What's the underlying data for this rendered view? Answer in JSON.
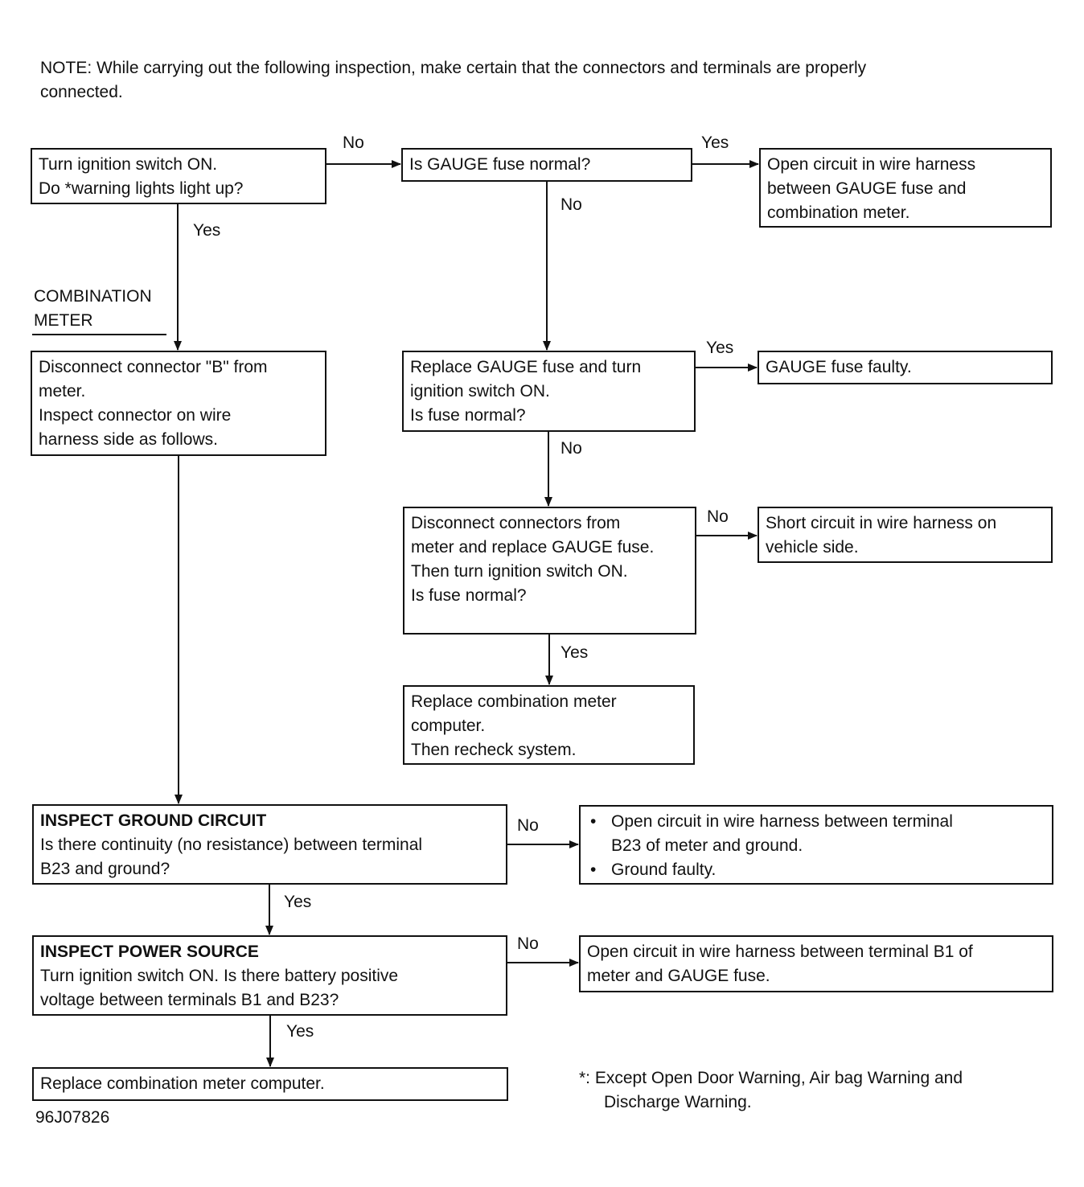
{
  "note": {
    "line1": "NOTE:  While carrying out the following inspection, make certain that the connectors and terminals are properly",
    "line2": "connected."
  },
  "side_label": {
    "line1": "COMBINATION",
    "line2": "METER"
  },
  "boxes": {
    "start": [
      "Turn ignition switch ON.",
      "Do *warning lights light up?"
    ],
    "gauge_fuse_normal": [
      "Is GAUGE fuse normal?"
    ],
    "open_circuit_gauge": [
      "Open circuit in wire harness",
      "between GAUGE fuse and",
      "combination meter."
    ],
    "disconnect_b": [
      "Disconnect connector \"B\" from",
      "meter.",
      "Inspect connector on wire",
      "harness side as follows."
    ],
    "replace_fuse": [
      "Replace GAUGE fuse and turn",
      "ignition switch ON.",
      "Is fuse normal?"
    ],
    "fuse_faulty": [
      "GAUGE fuse faulty."
    ],
    "disconnect_meter": [
      "Disconnect connectors from",
      "meter and replace GAUGE fuse.",
      "Then turn ignition switch ON.",
      "Is fuse normal?"
    ],
    "short_circuit": [
      "Short circuit in wire harness on",
      "vehicle side."
    ],
    "replace_computer_recheck": [
      "Replace combination meter",
      "computer.",
      "Then recheck system."
    ],
    "ground_circuit": {
      "title": "INSPECT GROUND CIRCUIT",
      "lines": [
        "Is there continuity (no resistance) between terminal",
        "B23 and ground?"
      ]
    },
    "ground_result": [
      "Open circuit in wire harness between terminal",
      "B23 of meter and ground.",
      "Ground faulty."
    ],
    "power_source": {
      "title": "INSPECT POWER SOURCE",
      "lines": [
        "Turn ignition switch ON. Is there battery positive",
        "voltage between terminals B1 and B23?"
      ]
    },
    "power_result": [
      "Open circuit in wire harness between terminal B1 of",
      "meter and GAUGE fuse."
    ],
    "replace_computer": [
      "Replace combination meter computer."
    ]
  },
  "edge_labels": {
    "start_no": "No",
    "start_yes": "Yes",
    "gauge_yes": "Yes",
    "gauge_no": "No",
    "replace_yes": "Yes",
    "replace_no": "No",
    "disconnect_no": "No",
    "disconnect_yes": "Yes",
    "ground_no": "No",
    "ground_yes": "Yes",
    "power_no": "No",
    "power_yes": "Yes"
  },
  "footnote": {
    "line1": "*:  Except Open Door Warning, Air bag Warning and",
    "line2": "Discharge Warning."
  },
  "figure_id": "96J07826"
}
